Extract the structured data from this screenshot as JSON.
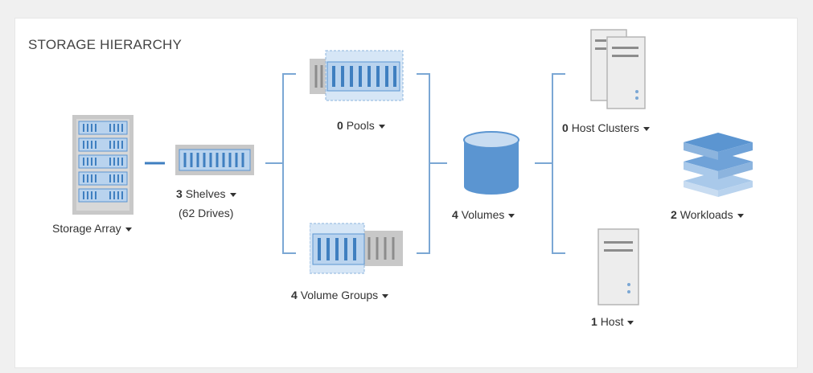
{
  "title": "STORAGE HIERARCHY",
  "nodes": {
    "storage_array": {
      "label": "Storage Array"
    },
    "shelves": {
      "count": "3",
      "label": "Shelves",
      "sub": "(62 Drives)"
    },
    "pools": {
      "count": "0",
      "label": "Pools"
    },
    "volume_groups": {
      "count": "4",
      "label": "Volume Groups"
    },
    "volumes": {
      "count": "4",
      "label": "Volumes"
    },
    "host_clusters": {
      "count": "0",
      "label": "Host Clusters"
    },
    "hosts": {
      "count": "1",
      "label": "Host"
    },
    "workloads": {
      "count": "2",
      "label": "Workloads"
    }
  },
  "colors": {
    "connector": "#7ba7d4",
    "accent_blue": "#5b95d1",
    "light_blue": "#b9d3ee",
    "gray": "#c8c8c8",
    "dark_gray": "#8c8c8c"
  },
  "icons": [
    "storage-array-icon",
    "shelf-icon",
    "pool-icon",
    "volume-group-icon",
    "volume-cylinder-icon",
    "host-cluster-icon",
    "host-icon",
    "workloads-stack-icon"
  ]
}
